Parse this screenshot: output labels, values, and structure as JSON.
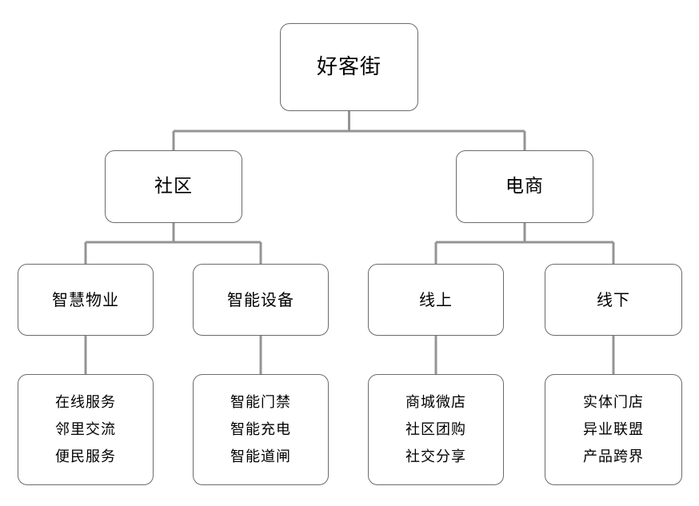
{
  "diagram": {
    "type": "tree",
    "orientation": "top-down",
    "colors": {
      "background": "#ffffff",
      "node_border": "#6b6b6b",
      "node_fill": "#ffffff",
      "connector": "#949494",
      "text": "#000000"
    },
    "root": {
      "label": "好客街",
      "children": [
        {
          "label": "社区",
          "children": [
            {
              "label": "智慧物业",
              "items": [
                "在线服务",
                "邻里交流",
                "便民服务"
              ]
            },
            {
              "label": "智能设备",
              "items": [
                "智能门禁",
                "智能充电",
                "智能道闸"
              ]
            }
          ]
        },
        {
          "label": "电商",
          "children": [
            {
              "label": "线上",
              "items": [
                "商城微店",
                "社区团购",
                "社交分享"
              ]
            },
            {
              "label": "线下",
              "items": [
                "实体门店",
                "异业联盟",
                "产品跨界"
              ]
            }
          ]
        }
      ]
    }
  }
}
